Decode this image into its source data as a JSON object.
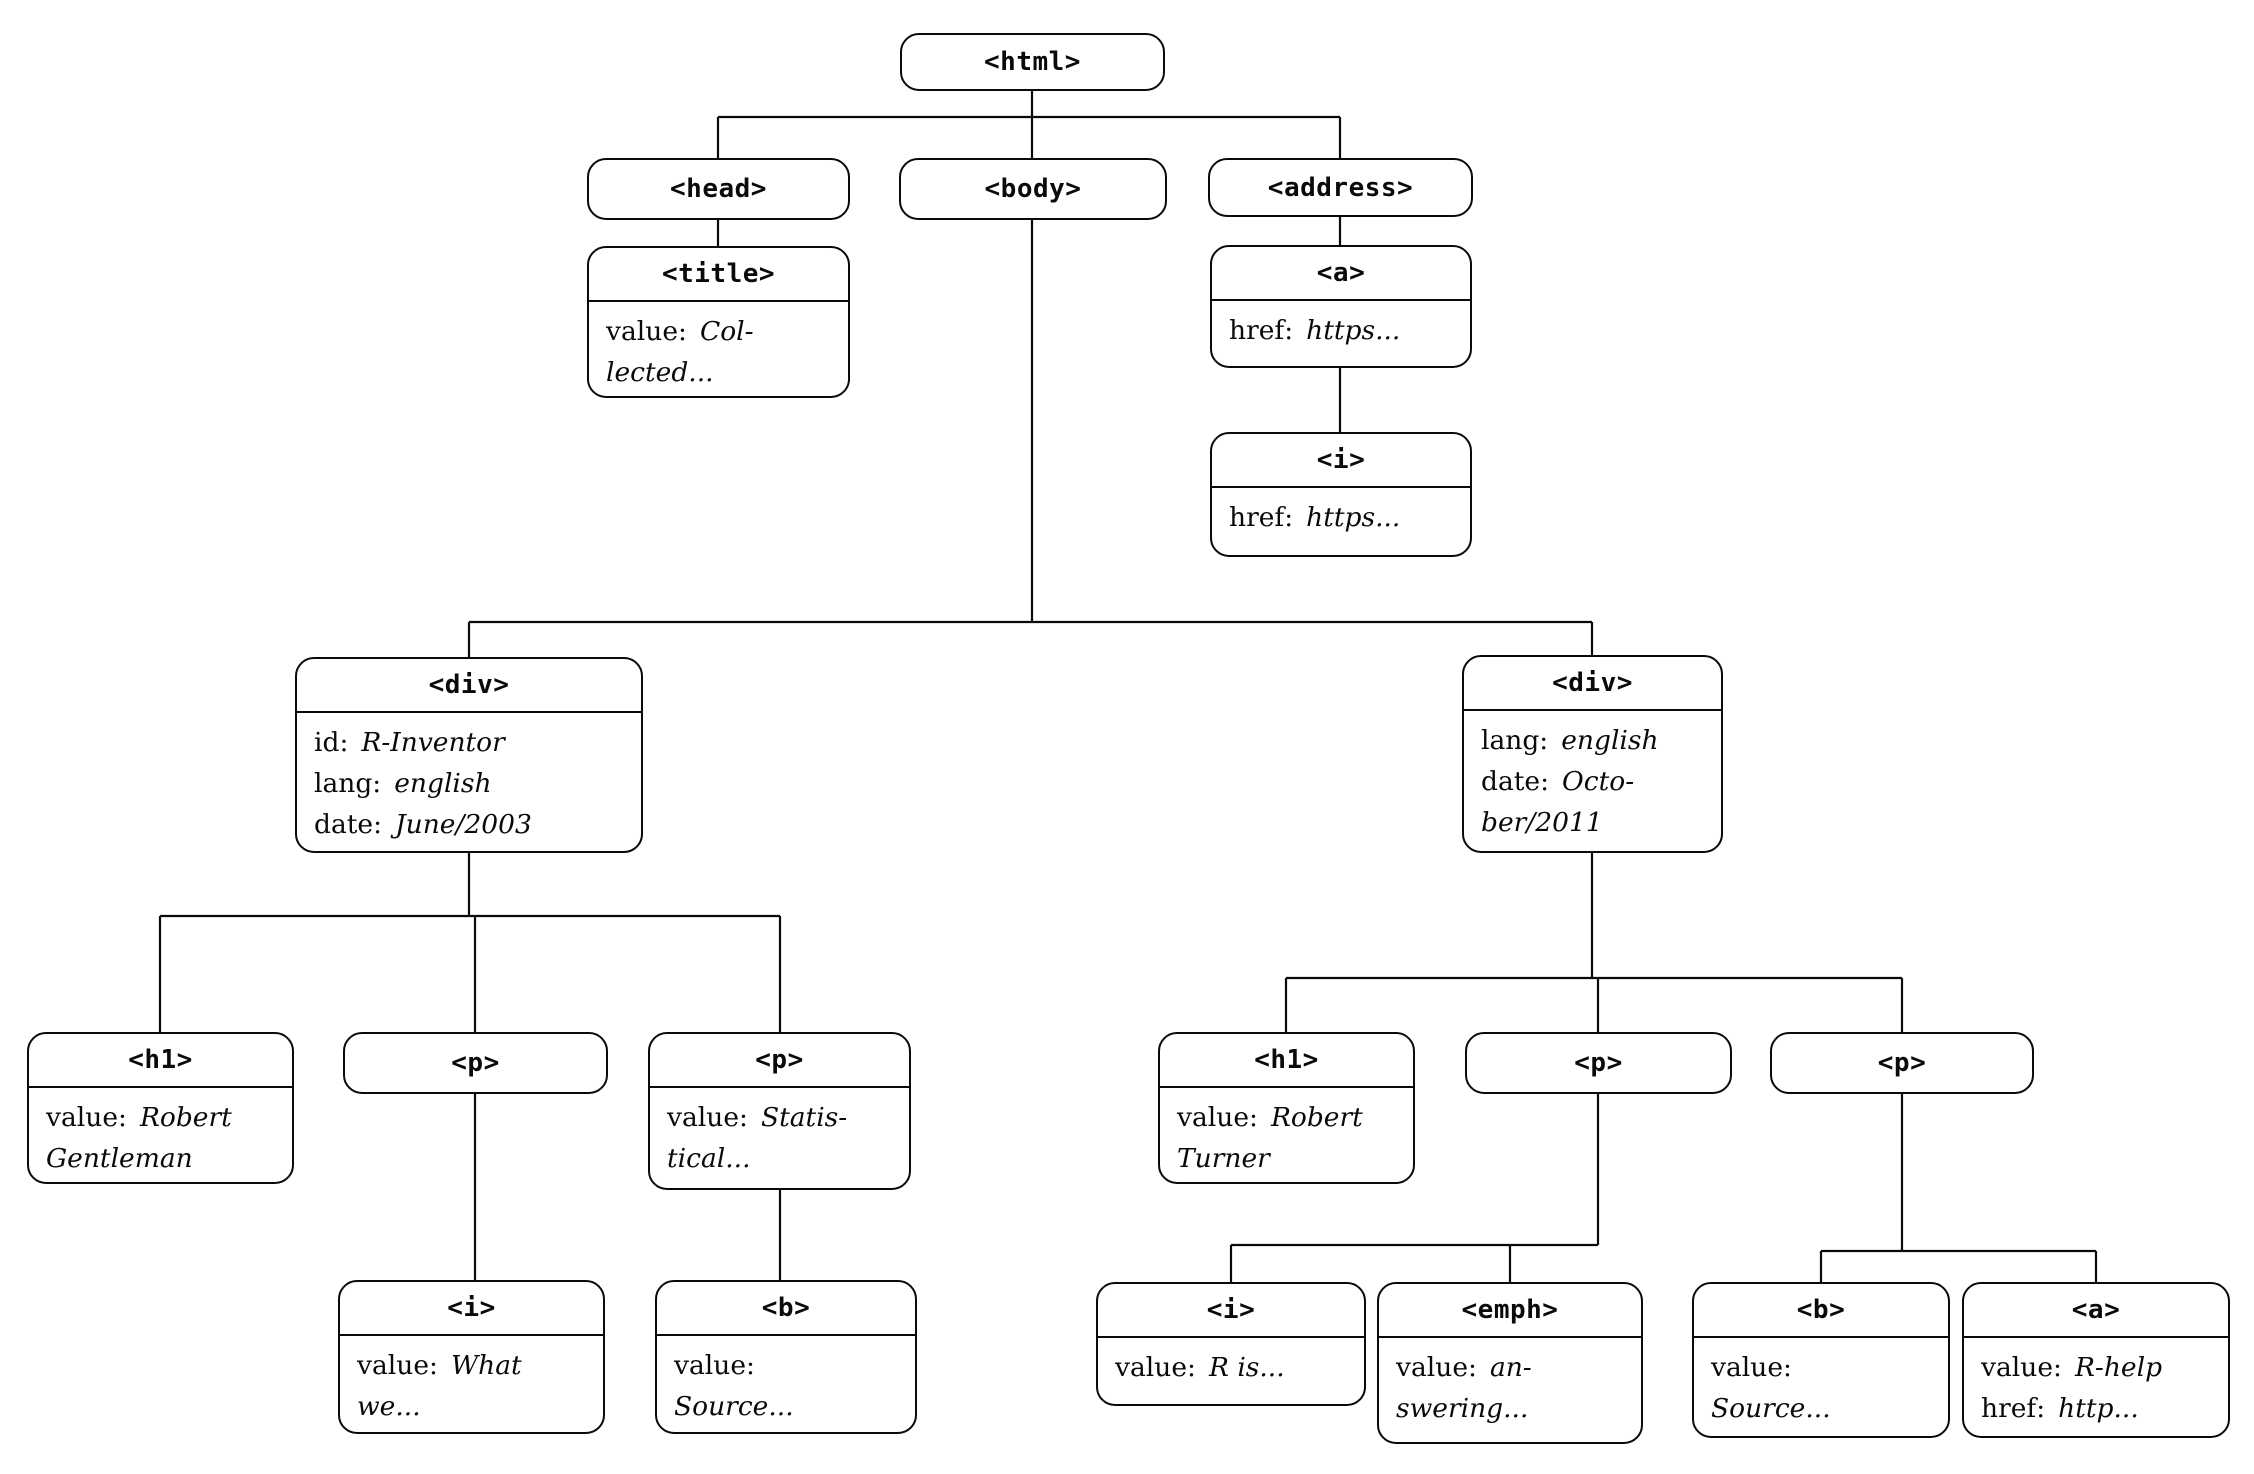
{
  "palette": {
    "ink": "#0a0a0a",
    "background": "#ffffff"
  },
  "nodes": {
    "html": {
      "tag": "<html>"
    },
    "head": {
      "tag": "<head>"
    },
    "body": {
      "tag": "<body>"
    },
    "address": {
      "tag": "<address>"
    },
    "title": {
      "tag": "<title>",
      "attrs": [
        {
          "label": "value:",
          "value": "Col-\nlected..."
        }
      ]
    },
    "address_a": {
      "tag": "<a>",
      "attrs": [
        {
          "label": "href:",
          "value": "https..."
        }
      ]
    },
    "address_i": {
      "tag": "<i>",
      "attrs": [
        {
          "label": "href:",
          "value": "https..."
        }
      ]
    },
    "div_left": {
      "tag": "<div>",
      "attrs": [
        {
          "label": "id:",
          "value": "R-Inventor"
        },
        {
          "label": "lang:",
          "value": "english"
        },
        {
          "label": "date:",
          "value": "June/2003"
        }
      ]
    },
    "div_right": {
      "tag": "<div>",
      "attrs": [
        {
          "label": "lang:",
          "value": "english"
        },
        {
          "label": "date:",
          "value": "Octo-\nber/2011"
        }
      ]
    },
    "h1_left": {
      "tag": "<h1>",
      "attrs": [
        {
          "label": "value:",
          "value": "Robert\nGentleman"
        }
      ]
    },
    "p_left_1": {
      "tag": "<p>"
    },
    "p_left_2": {
      "tag": "<p>",
      "attrs": [
        {
          "label": "value:",
          "value": "Statis-\ntical..."
        }
      ]
    },
    "i_left": {
      "tag": "<i>",
      "attrs": [
        {
          "label": "value:",
          "value": "What\nwe..."
        }
      ]
    },
    "b_left": {
      "tag": "<b>",
      "attrs": [
        {
          "label": "value:",
          "value": "\nSource..."
        }
      ]
    },
    "h1_right": {
      "tag": "<h1>",
      "attrs": [
        {
          "label": "value:",
          "value": "Robert\nTurner"
        }
      ]
    },
    "p_right_1": {
      "tag": "<p>"
    },
    "p_right_2": {
      "tag": "<p>"
    },
    "i_right": {
      "tag": "<i>",
      "attrs": [
        {
          "label": "value:",
          "value": "R is..."
        }
      ]
    },
    "emph_right": {
      "tag": "<emph>",
      "attrs": [
        {
          "label": "value:",
          "value": "an-\nswering..."
        }
      ]
    },
    "b_right": {
      "tag": "<b>",
      "attrs": [
        {
          "label": "value:",
          "value": "\nSource..."
        }
      ]
    },
    "a_right": {
      "tag": "<a>",
      "attrs": [
        {
          "label": "value:",
          "value": "R-help"
        },
        {
          "label": "href:",
          "value": "http..."
        }
      ]
    }
  }
}
